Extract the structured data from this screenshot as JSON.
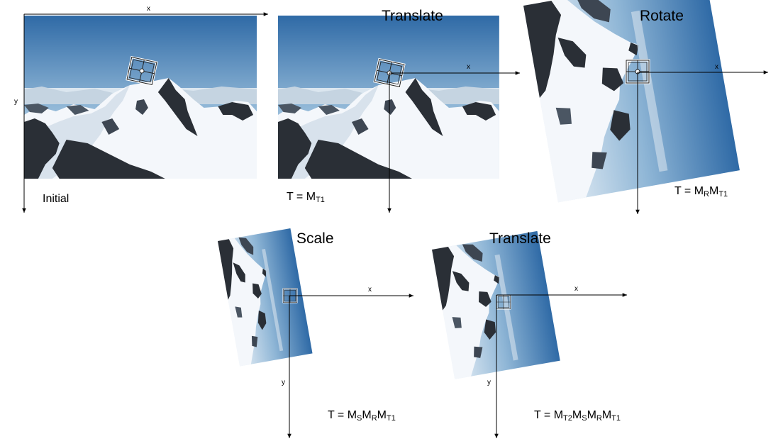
{
  "axes": {
    "x_label": "x",
    "y_label": "y"
  },
  "panels": {
    "initial": {
      "caption": "Initial"
    },
    "translate1": {
      "title": "Translate",
      "formula": {
        "t": "T = M",
        "s1": "T1"
      }
    },
    "rotate": {
      "title": "Rotate",
      "formula": {
        "t": "T = M",
        "s1": "R",
        "m2": "M",
        "s2": "T1"
      }
    },
    "scale": {
      "title": "Scale",
      "formula": {
        "t": "T = M",
        "s1": "S",
        "m2": "M",
        "s2": "R",
        "m3": "M",
        "s3": "T1"
      }
    },
    "translate2": {
      "title": "Translate",
      "formula": {
        "t": "T = M",
        "s1": "T2",
        "m2": "M",
        "s2": "S",
        "m3": "M",
        "s3": "R",
        "m4": "M",
        "s4": "T1"
      }
    }
  },
  "colors": {
    "sky_top": "#2f6aa6",
    "sky_bottom": "#cfe0ee",
    "snow": "#f4f7fb",
    "rock": "#2a2f36"
  }
}
